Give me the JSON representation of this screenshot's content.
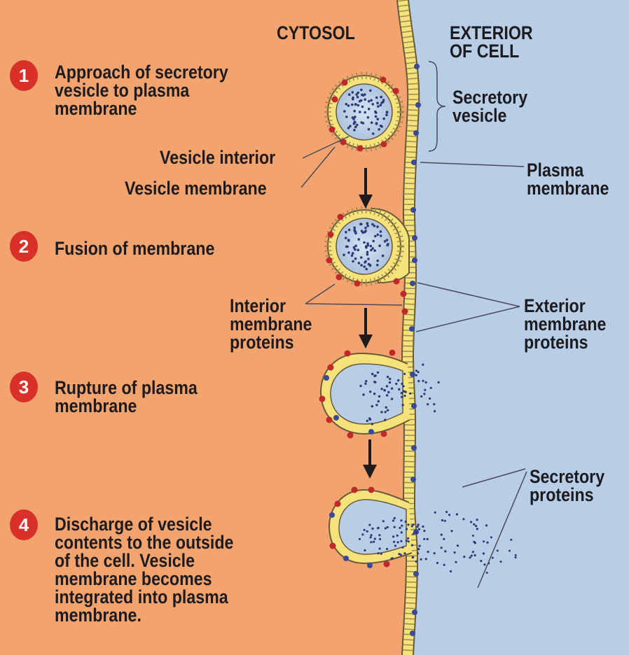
{
  "regions": {
    "cytosol": "CYTOSOL",
    "exterior": "EXTERIOR\nOF CELL"
  },
  "steps": [
    {
      "number": "1",
      "text": "Approach of secretory\nvesicle to plasma\nmembrane"
    },
    {
      "number": "2",
      "text": "Fusion of membrane"
    },
    {
      "number": "3",
      "text": "Rupture of plasma\nmembrane"
    },
    {
      "number": "4",
      "text": "Discharge of vesicle\ncontents to the outside\nof the cell. Vesicle\nmembrane becomes\nintegrated into plasma\nmembrane."
    }
  ],
  "labels": {
    "secretory_vesicle": "Secretory\nvesicle",
    "vesicle_interior": "Vesicle interior",
    "vesicle_membrane": "Vesicle membrane",
    "plasma_membrane": "Plasma\nmembrane",
    "interior_proteins": "Interior\nmembrane\nproteins",
    "exterior_proteins": "Exterior\nmembrane\nproteins",
    "secretory_proteins": "Secretory\nproteins"
  },
  "colors": {
    "cytosol": "#f2a36e",
    "exterior": "#b8cde6",
    "membrane": "#f4e27a",
    "badge": "#d9302a",
    "interior_protein": "#c0282c",
    "exterior_protein": "#3a4a9a",
    "secretory_protein": "#2d3a78"
  }
}
